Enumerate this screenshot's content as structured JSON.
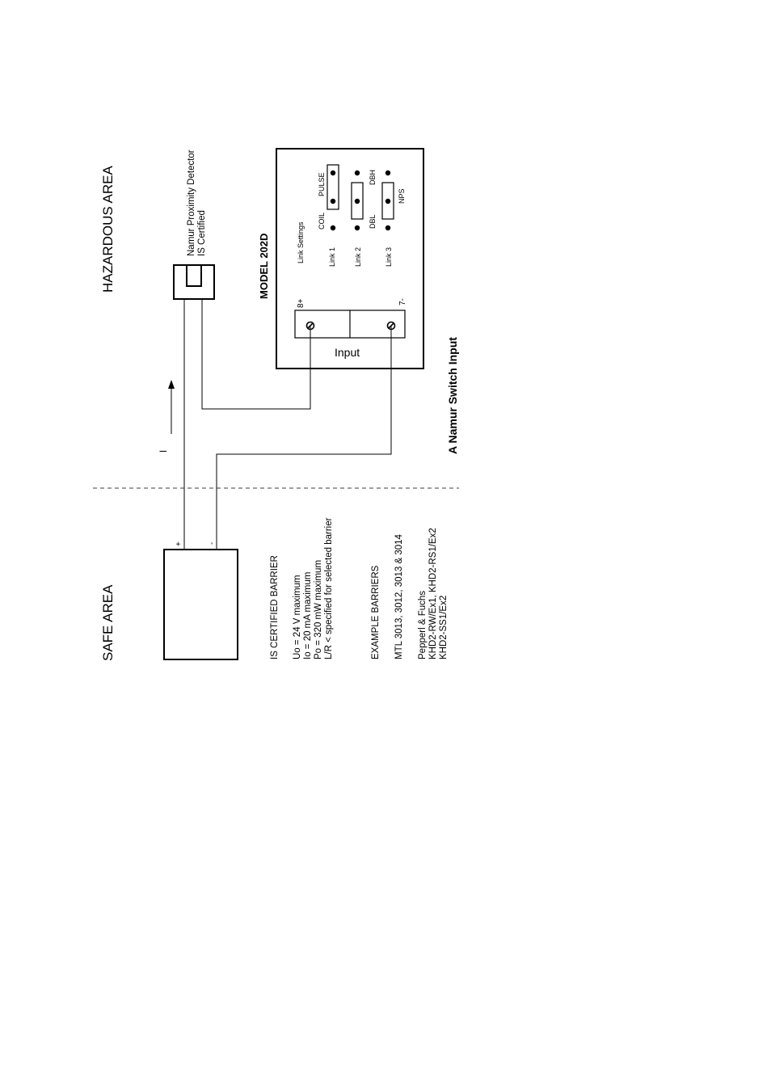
{
  "areas": {
    "hazardous": "HAZARDOUS AREA",
    "safe": "SAFE AREA"
  },
  "detector": {
    "line1": "Namur Proximity Detector",
    "line2": "IS Certified"
  },
  "module": {
    "model": "MODEL 202D",
    "link_settings": "Link Settings",
    "links": [
      "Link 1",
      "Link 2",
      "Link 3"
    ],
    "terminal_plus": "8+",
    "terminal_minus": "7-",
    "input_label": "Input",
    "options": {
      "coil": "COIL",
      "pulse": "PULSE",
      "dbl": "DBL",
      "dbh": "DBH",
      "nps": "NPS"
    }
  },
  "current_label": "I",
  "barrier": {
    "plus": "+",
    "minus": "-",
    "heading": "IS CERTIFIED BARRIER",
    "specs": [
      "Uo = 24 V maximum",
      "Io = 20 mA maximum",
      "Po = 320 mW maximum",
      "L/R < specified for selected barrier"
    ],
    "examples_heading": "EXAMPLE BARRIERS",
    "examples_mtl": "MTL 3013, 3012, 3013 & 3014",
    "examples_pf": [
      "Pepperl & Fuchs",
      "KHD2-RW/Ex1, KHD2-RS1/Ex2",
      "KHD2-SS1/Ex2"
    ]
  },
  "caption": "A Namur Switch Input"
}
